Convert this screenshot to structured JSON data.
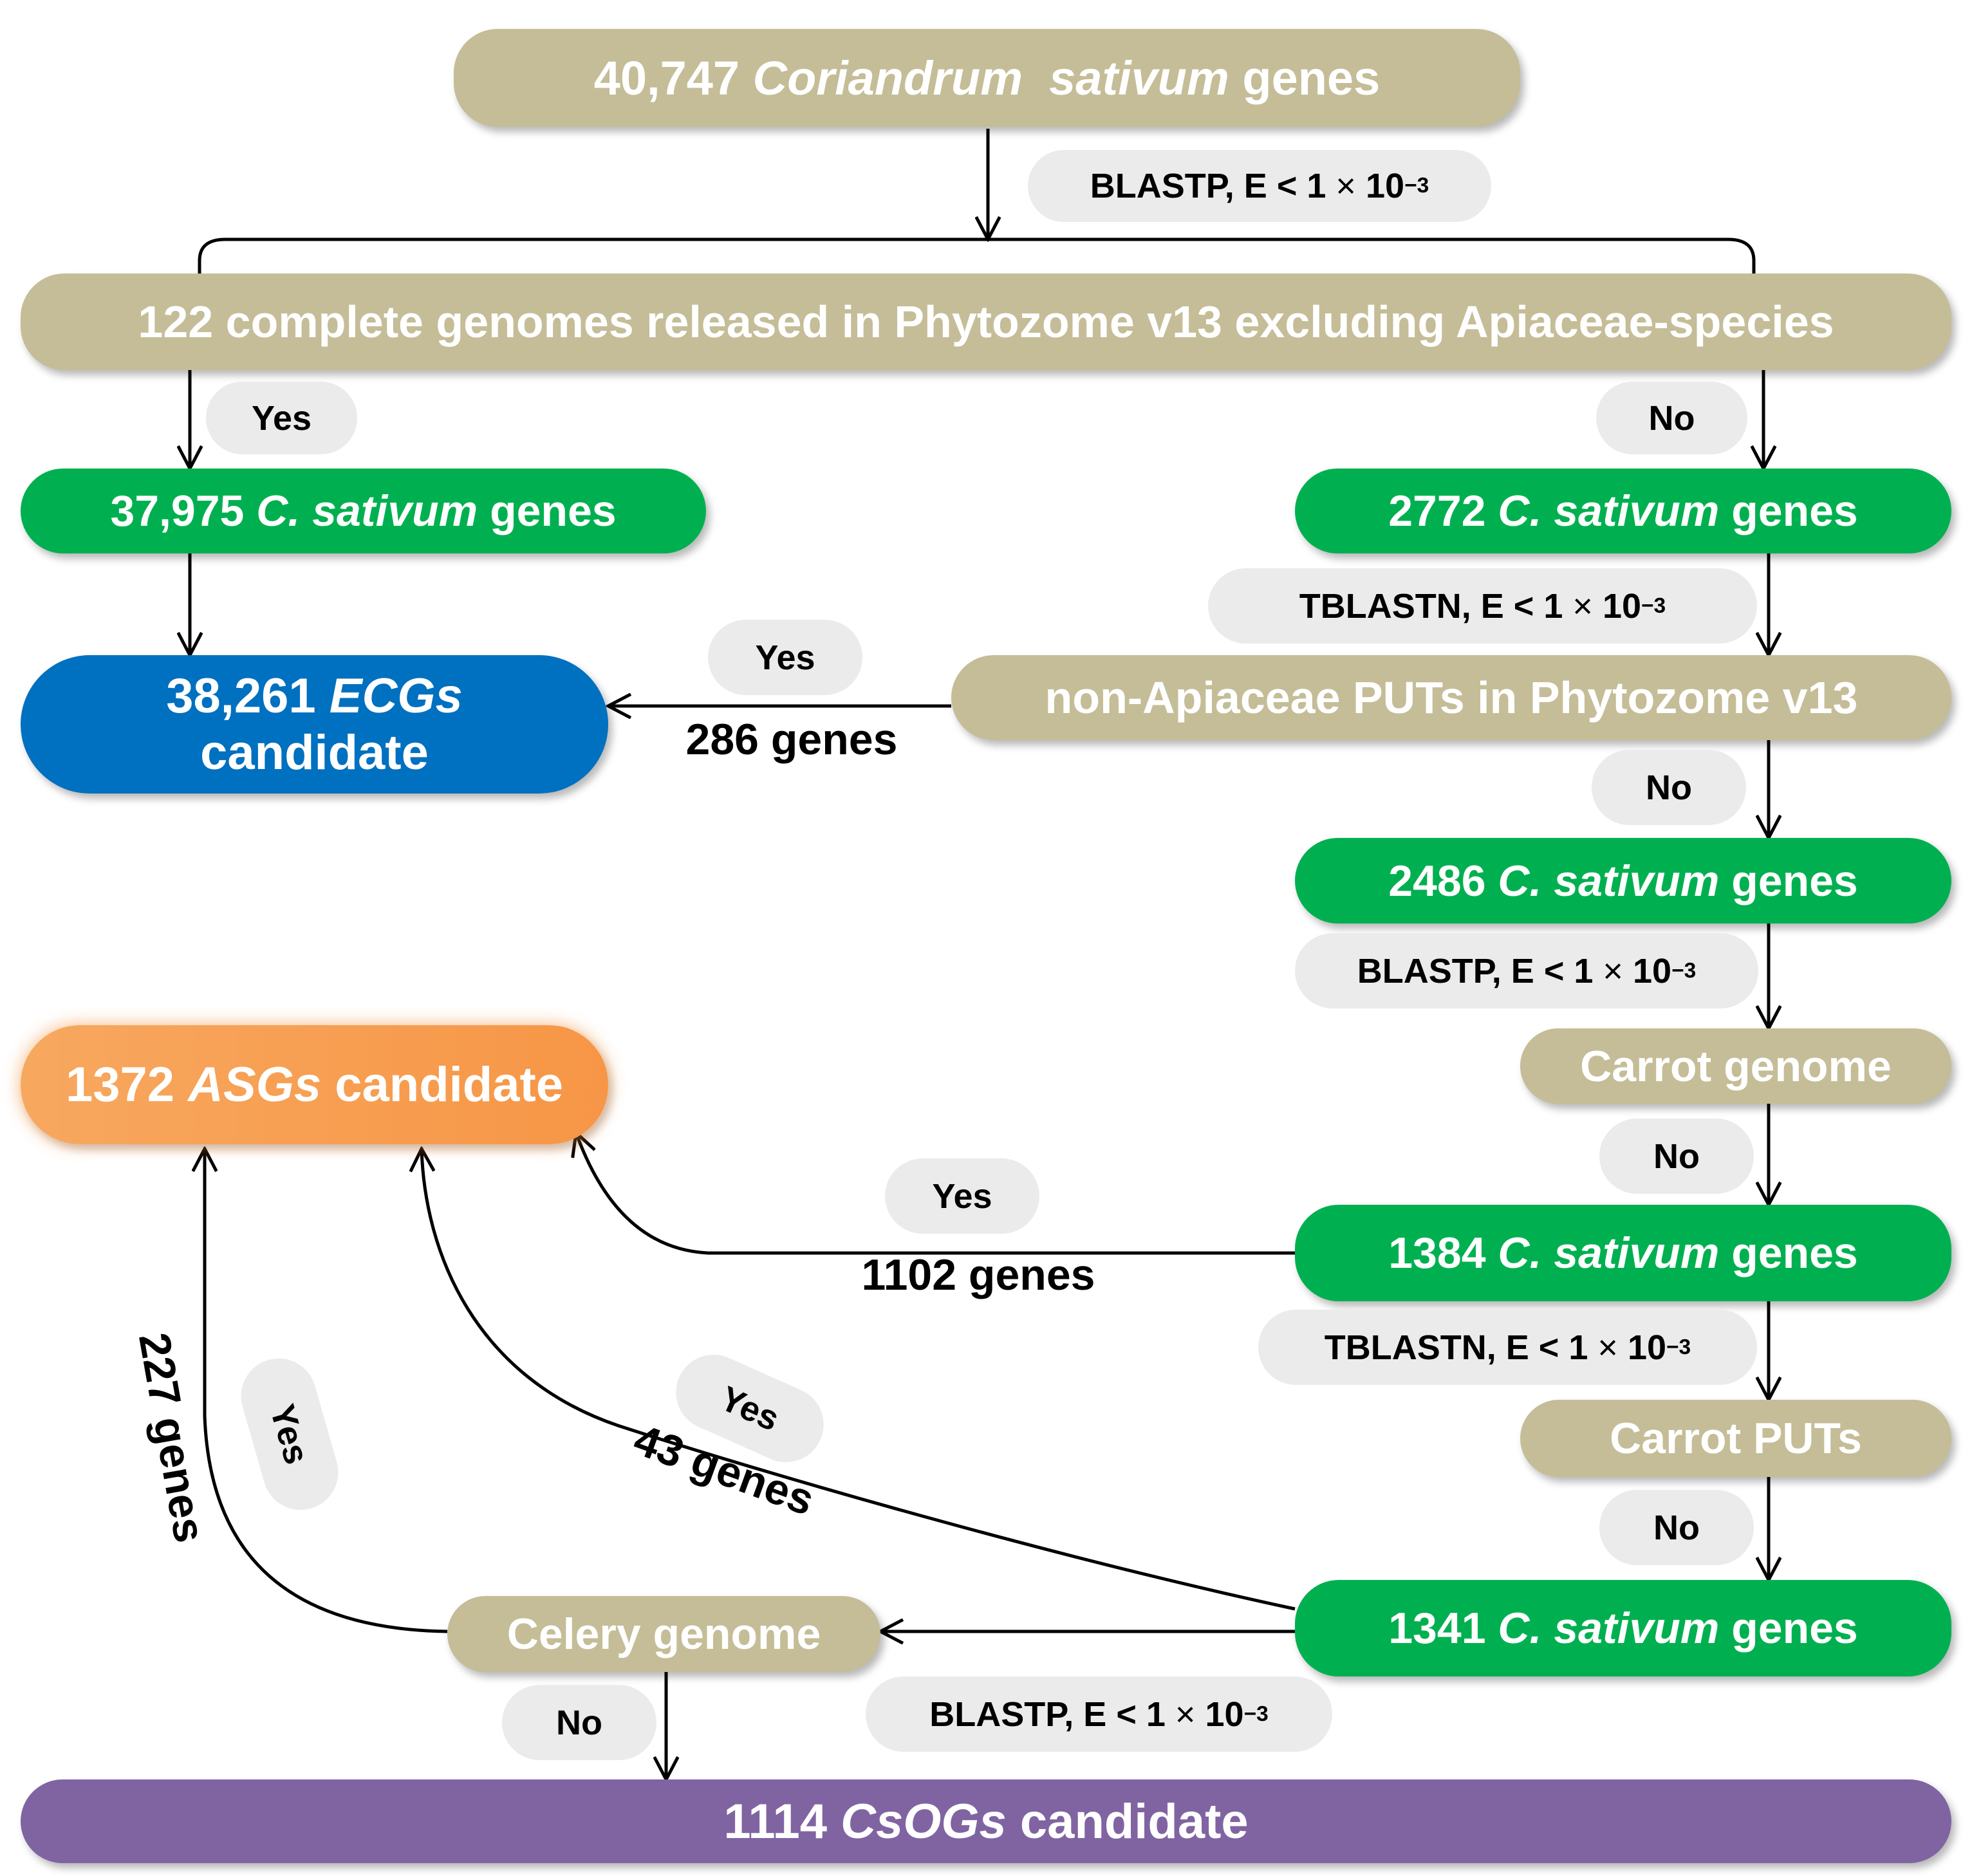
{
  "nodes": {
    "root": {
      "count": "40,747",
      "species": "Coriandrum  sativum",
      "suffix": "genes"
    },
    "phytozome": {
      "text": "122 complete genomes released in Phytozome v13 excluding Apiaceae-species"
    },
    "cs_37975": {
      "count": "37,975",
      "species": "C. sativum",
      "suffix": "genes"
    },
    "cs_2772": {
      "count": "2772",
      "species": "C. sativum",
      "suffix": "genes"
    },
    "ecg": {
      "count": "38,261",
      "name": "ECGs",
      "suffix": "candidate"
    },
    "puts": {
      "text": "non-Apiaceae PUTs in Phytozome v13"
    },
    "cs_2486": {
      "count": "2486",
      "species": "C. sativum",
      "suffix": "genes"
    },
    "carrot_genome": {
      "text": "Carrot genome"
    },
    "asg": {
      "count": "1372",
      "name": "ASGs",
      "suffix": "candidate"
    },
    "cs_1384": {
      "count": "1384",
      "species": "C. sativum",
      "suffix": "genes"
    },
    "carrot_puts": {
      "text": "Carrot PUTs"
    },
    "cs_1341": {
      "count": "1341",
      "species": "C. sativum",
      "suffix": "genes"
    },
    "celery": {
      "text": "Celery genome"
    },
    "csog": {
      "count": "1114",
      "name": "CsOGs",
      "suffix": "candidate"
    }
  },
  "methods": {
    "blastp_1": {
      "prefix": "BLASTP, E < 1",
      "times": "×",
      "base": "10",
      "exp": "−3"
    },
    "tblastn_1": {
      "prefix": "TBLASTN, E < 1",
      "times": "×",
      "base": "10",
      "exp": "−3"
    },
    "blastp_2": {
      "prefix": "BLASTP, E < 1",
      "times": "×",
      "base": "10",
      "exp": "−3"
    },
    "tblastn_2": {
      "prefix": "TBLASTN, E < 1",
      "times": "×",
      "base": "10",
      "exp": "−3"
    },
    "blastp_3": {
      "prefix": "BLASTP, E < 1",
      "times": "×",
      "base": "10",
      "exp": "−3"
    }
  },
  "answers": {
    "yes_phytozome": "Yes",
    "no_phytozome": "No",
    "yes_puts": "Yes",
    "no_puts": "No",
    "no_carrot_genome": "No",
    "yes_carrot_genome": "Yes",
    "no_carrot_puts": "No",
    "yes_carrot_puts": "Yes",
    "yes_celery": "Yes",
    "no_celery": "No"
  },
  "counts": {
    "genes_286": "286 genes",
    "genes_1102": "1102 genes",
    "genes_43": "43 genes",
    "genes_227": "227 genes"
  },
  "colors": {
    "tan": "#c4bd97",
    "green": "#00b050",
    "blue": "#0070c0",
    "orange": "#f79646",
    "purple": "#8064a2",
    "pill": "#ebebeb"
  }
}
